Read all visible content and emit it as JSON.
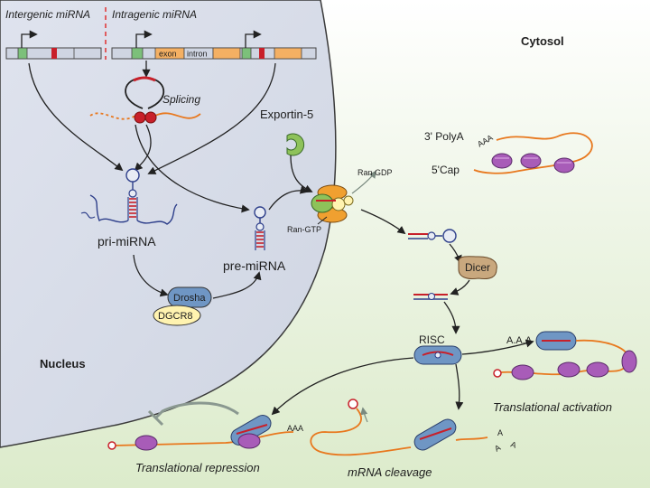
{
  "labels": {
    "intergenic": "Intergenic miRNA",
    "intragenic": "Intragenic miRNA",
    "exon": "exon",
    "intron": "intron",
    "splicing": "Splicing",
    "exportin": "Exportin-5",
    "ran_gdp": "Ran GDP",
    "ran_gtp": "Ran-GTP",
    "pri_mirna": "pri-miRNA",
    "pre_mirna": "pre-miRNA",
    "drosha": "Drosha",
    "dgcr8": "DGCR8",
    "nucleus": "Nucleus",
    "cytosol": "Cytosol",
    "polya": "3' PolyA",
    "aaa_mrna": "AAA",
    "cap": "5'Cap",
    "dicer": "Dicer",
    "risc": "RISC",
    "aaa_activation": "A.A.A",
    "translational_activation": "Translational activation",
    "aaa_repression": "AAA",
    "translational_repression": "Translational repression",
    "mrna_cleavage": "mRNA cleavage",
    "a1": "A",
    "a2": "A",
    "a3": "A"
  },
  "colors": {
    "nucleus_fill": "#d7dce8",
    "cytosol_fill": "#e4efd6",
    "rna": "#e8781e",
    "hairpin": "#c8202a",
    "ribosome": "#a85cb8",
    "risc": "#6f96c4",
    "exportin": "#8ec25a",
    "dicer": "#c9a87e",
    "exon": "#f4b063",
    "green_box": "#7cc07a"
  }
}
